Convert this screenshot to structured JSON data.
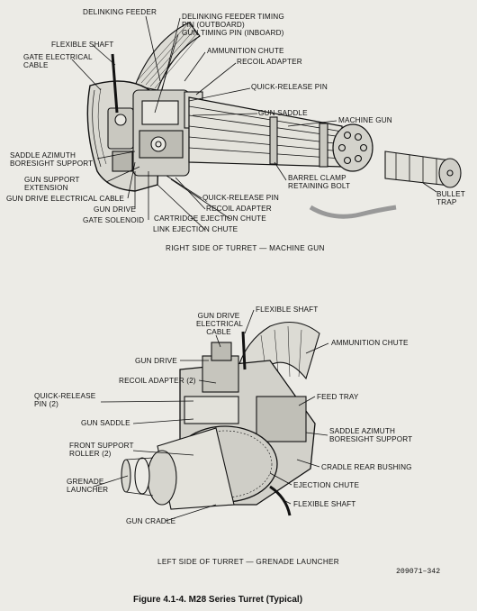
{
  "top_labels": {
    "delinking_feeder": "DELINKING FEEDER",
    "timing_pin_1": "DELINKING FEEDER TIMING",
    "timing_pin_2": "PIN (OUTBOARD)",
    "timing_pin_3": "GUN TIMING PIN (INBOARD)",
    "flexible_shaft": "FLEXIBLE SHAFT",
    "ammunition_chute": "AMMUNITION CHUTE",
    "gate_cable_1": "GATE ELECTRICAL",
    "gate_cable_2": "CABLE",
    "recoil_adapter": "RECOIL ADAPTER",
    "quick_release_pin": "QUICK-RELEASE PIN",
    "gun_saddle": "GUN SADDLE",
    "machine_gun": "MACHINE GUN",
    "saddle_azimuth_1": "SADDLE AZIMUTH",
    "saddle_azimuth_2": "BORESIGHT SUPPORT",
    "gun_support_1": "GUN SUPPORT",
    "gun_support_2": "EXTENSION",
    "gun_drive_cable": "GUN DRIVE ELECTRICAL CABLE",
    "gun_drive": "GUN DRIVE",
    "gate_solenoid": "GATE SOLENOID",
    "barrel_clamp_1": "BARREL CLAMP",
    "barrel_clamp_2": "RETAINING BOLT",
    "quick_release_pin_2": "QUICK-RELEASE PIN",
    "recoil_adapter_2": "RECOIL ADAPTER",
    "cartridge_ejection": "CARTRIDGE EJECTION CHUTE",
    "link_ejection": "LINK EJECTION CHUTE",
    "bullet_trap_1": "BULLET",
    "bullet_trap_2": "TRAP"
  },
  "top_caption": "RIGHT SIDE OF TURRET — MACHINE GUN",
  "bottom_labels": {
    "flexible_shaft": "FLEXIBLE SHAFT",
    "gun_drive_cable_1": "GUN DRIVE",
    "gun_drive_cable_2": "ELECTRICAL",
    "gun_drive_cable_3": "CABLE",
    "ammunition_chute": "AMMUNITION CHUTE",
    "gun_drive": "GUN DRIVE",
    "recoil_adapter": "RECOIL ADAPTER (2)",
    "quick_release_1": "QUICK-RELEASE",
    "quick_release_2": "PIN (2)",
    "feed_tray": "FEED TRAY",
    "gun_saddle": "GUN SADDLE",
    "saddle_azimuth_1": "SADDLE AZIMUTH",
    "saddle_azimuth_2": "BORESIGHT SUPPORT",
    "front_support_1": "FRONT SUPPORT",
    "front_support_2": "ROLLER (2)",
    "cradle_bushing": "CRADLE REAR BUSHING",
    "grenade_1": "GRENADE",
    "grenade_2": "LAUNCHER",
    "ejection_chute": "EJECTION CHUTE",
    "flexible_shaft_2": "FLEXIBLE SHAFT",
    "gun_cradle": "GUN CRADLE"
  },
  "bottom_caption": "LEFT SIDE OF TURRET — GRENADE LAUNCHER",
  "figure_number": "209071–342",
  "figure_title": "Figure 4.1-4.   M28 Series Turret (Typical)"
}
